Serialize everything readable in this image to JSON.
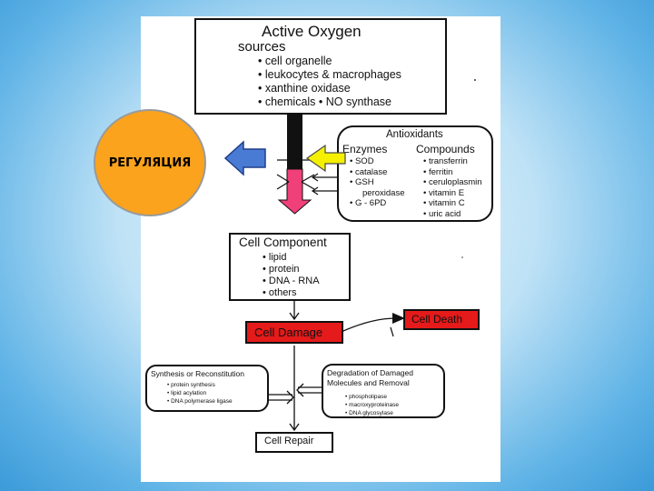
{
  "regulation_label": "РЕГУЛЯЦИЯ",
  "sources": {
    "title": "Active Oxygen",
    "subtitle": "sources",
    "items": [
      "• cell organelle",
      "• leukocytes & macrophages",
      "• xanthine oxidase",
      "• chemicals  • NO synthase"
    ]
  },
  "antioxidants": {
    "title": "Antioxidants",
    "enzymes_header": "Enzymes",
    "compounds_header": "Compounds",
    "enzymes": [
      "• SOD",
      "• catalase",
      "• GSH",
      "   peroxidase",
      "• G - 6PD"
    ],
    "compounds": [
      "• transferrin",
      "• ferritin",
      "• ceruloplasmin",
      "• vitamin E",
      "• vitamin C",
      "• uric acid"
    ]
  },
  "component": {
    "title": "Cell Component",
    "items": [
      "• lipid",
      "• protein",
      "• DNA - RNA",
      "• others"
    ]
  },
  "damage_label": "Cell Damage",
  "death_label": "Cell Death",
  "synthesis": {
    "title": "Synthesis or Reconstitution",
    "items": [
      "• protein synthesis",
      "• lipid acylation",
      "• DNA polymerase ligase"
    ]
  },
  "degradation": {
    "title": "Degradation of Damaged",
    "title2": "Molecules and Removal",
    "items": [
      "• phospholipase",
      "• macroxyproteinase",
      "• DNA glycosylase"
    ]
  },
  "repair_label": "Cell Repair",
  "colors": {
    "circle": "#fba31c",
    "blue_arrow": "#4a7bd4",
    "yellow_arrow": "#f4f000",
    "damage_red": "#e51a1a",
    "pink_arrow": "#f0407a"
  }
}
